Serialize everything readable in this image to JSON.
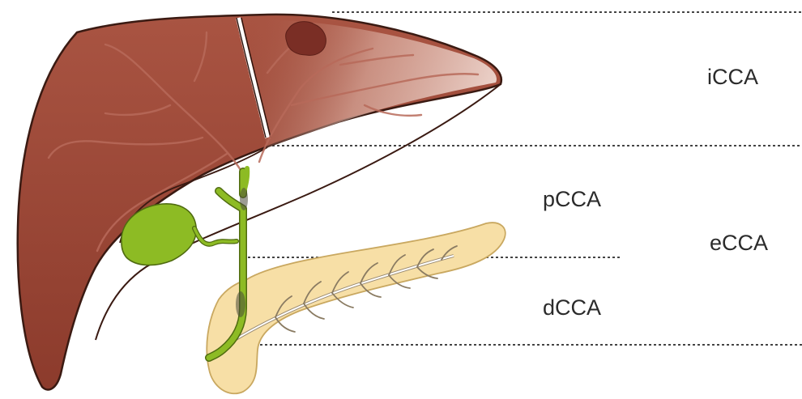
{
  "labels": {
    "icca": "iCCA",
    "pcca": "pCCA",
    "ecca": "eCCA",
    "dcca": "dCCA"
  },
  "colors": {
    "liver": "#9e4a38",
    "liver_dark": "#7c3325",
    "liver_highlight": "#f6e8e2",
    "vessel": "#a7574a",
    "tumor": "#7a2e25",
    "bile_duct": "#8dbb24",
    "bile_duct_outline": "#4f6b10",
    "pancreas": "#f7dfa6",
    "pancreas_outline": "#c9a860",
    "pancreatic_duct": "#ffffff",
    "guide_line": "#444444",
    "text": "#2b2b2b"
  }
}
